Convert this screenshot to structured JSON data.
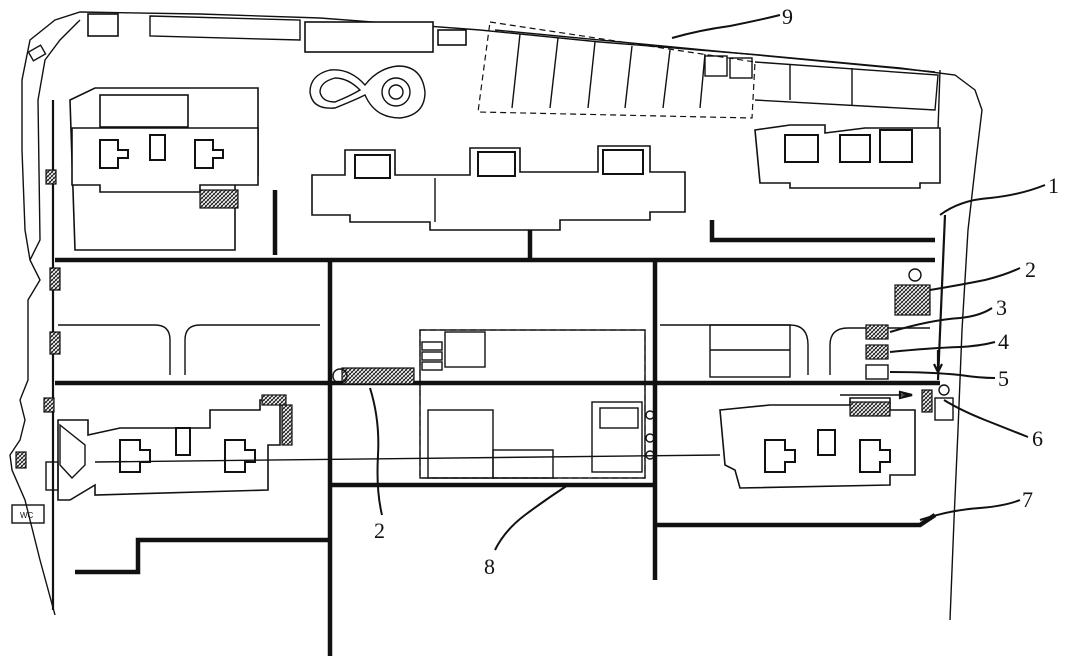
{
  "diagram": {
    "callouts": [
      {
        "id": "1",
        "text": "1"
      },
      {
        "id": "2a",
        "text": "2"
      },
      {
        "id": "3",
        "text": "3"
      },
      {
        "id": "4",
        "text": "4"
      },
      {
        "id": "5",
        "text": "5"
      },
      {
        "id": "6",
        "text": "6"
      },
      {
        "id": "7",
        "text": "7"
      },
      {
        "id": "2b",
        "text": "2"
      },
      {
        "id": "8",
        "text": "8"
      },
      {
        "id": "9",
        "text": "9"
      }
    ],
    "wc_label": "WC"
  }
}
